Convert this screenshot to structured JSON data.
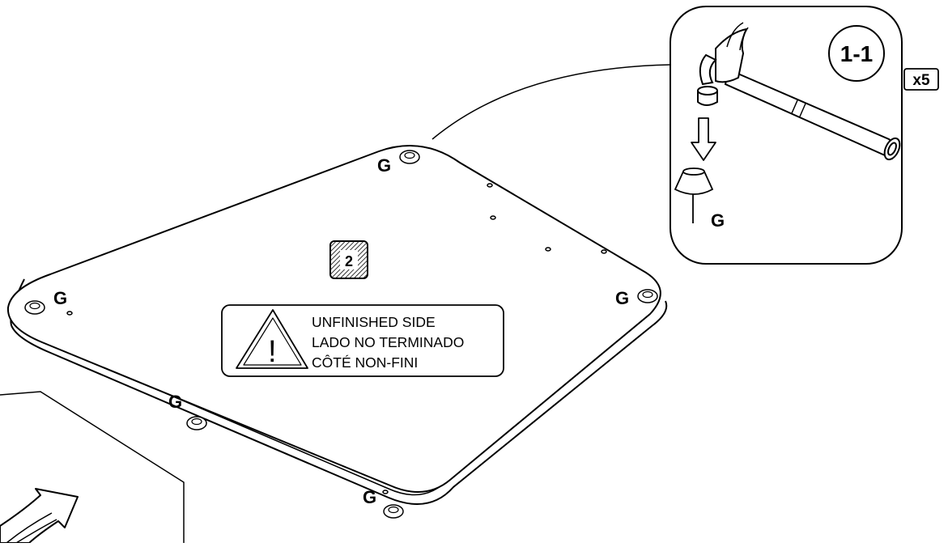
{
  "panel": {
    "piece_number": "2",
    "part_labels": [
      "G",
      "G",
      "G",
      "G",
      "G"
    ]
  },
  "warning": {
    "line1": "UNFINISHED SIDE",
    "line2": "LADO NO TERMINADO",
    "line3": "CÔTÉ NON-FINI",
    "symbol": "!"
  },
  "detail": {
    "step": "1-1",
    "quantity": "x5",
    "part_label": "G",
    "tool": "hammer-icon"
  }
}
